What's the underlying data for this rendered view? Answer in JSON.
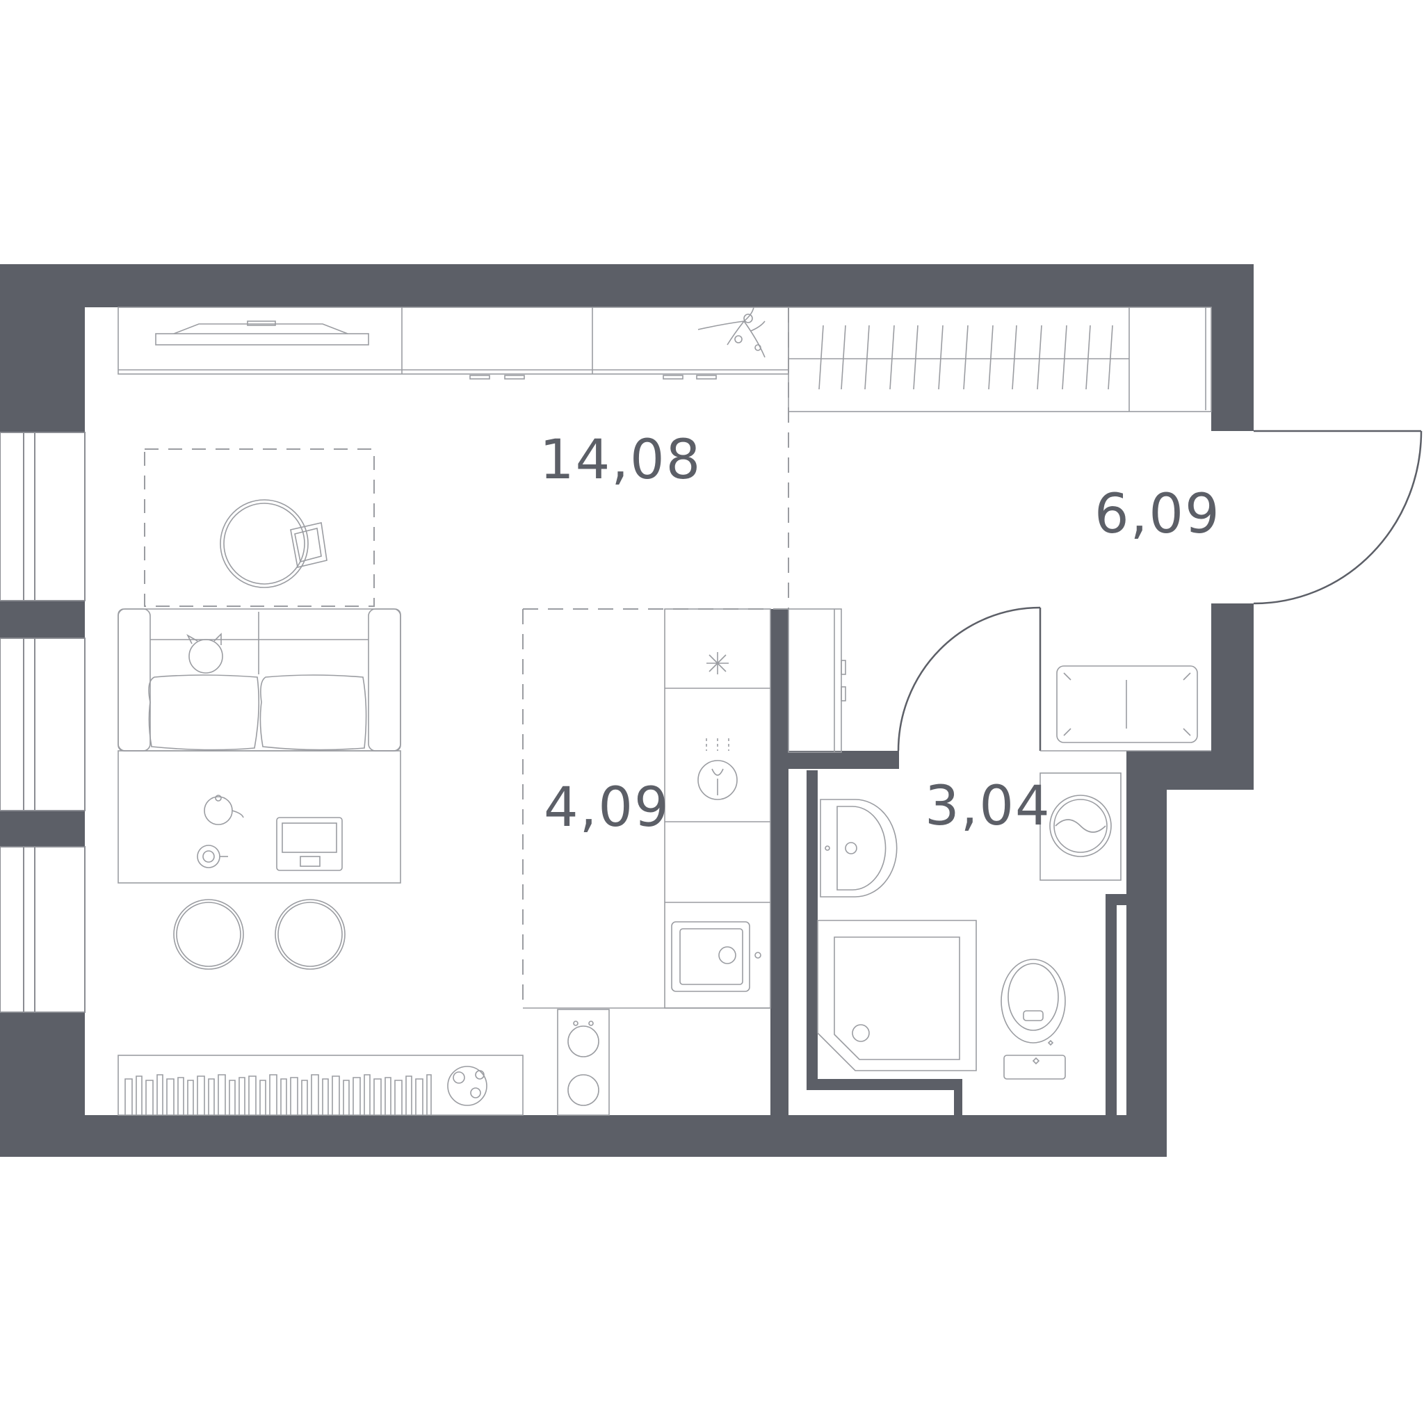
{
  "plan": {
    "rooms": [
      {
        "id": "living",
        "area": "14,08"
      },
      {
        "id": "hallway",
        "area": "6,09"
      },
      {
        "id": "kitchen",
        "area": "4,09"
      },
      {
        "id": "bathroom",
        "area": "3,04"
      }
    ]
  },
  "colors": {
    "wall": "#5c5f67",
    "line": "#8a8c92",
    "background": "#ffffff"
  }
}
